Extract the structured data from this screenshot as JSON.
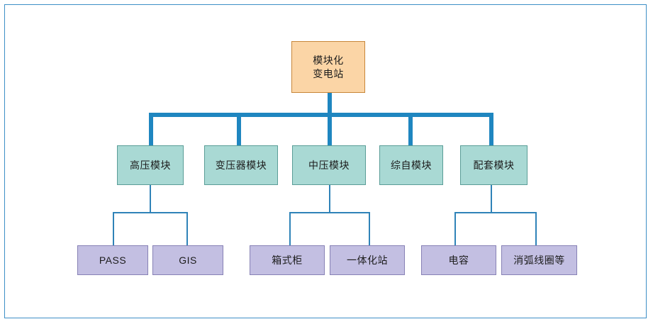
{
  "diagram": {
    "title_node": {
      "label": "模块化\n变电站",
      "line1": "模块化",
      "line2": "变电站"
    },
    "level1": [
      {
        "label": "高压模块"
      },
      {
        "label": "变压器模块"
      },
      {
        "label": "中压模块"
      },
      {
        "label": "综自模块"
      },
      {
        "label": "配套模块"
      }
    ],
    "level2": [
      {
        "label": "PASS"
      },
      {
        "label": "GIS"
      },
      {
        "label": "箱式柜"
      },
      {
        "label": "一体化站"
      },
      {
        "label": "电容"
      },
      {
        "label": "消弧线圈等"
      }
    ],
    "colors": {
      "root_fill": "#fbd5a6",
      "root_border": "#c8873a",
      "level1_fill": "#a9d9d4",
      "level1_border": "#5a9d97",
      "level2_fill": "#c3bfe2",
      "level2_border": "#8781b5",
      "connector": "#1f86c0",
      "frame_border": "#3d8fc6"
    }
  }
}
